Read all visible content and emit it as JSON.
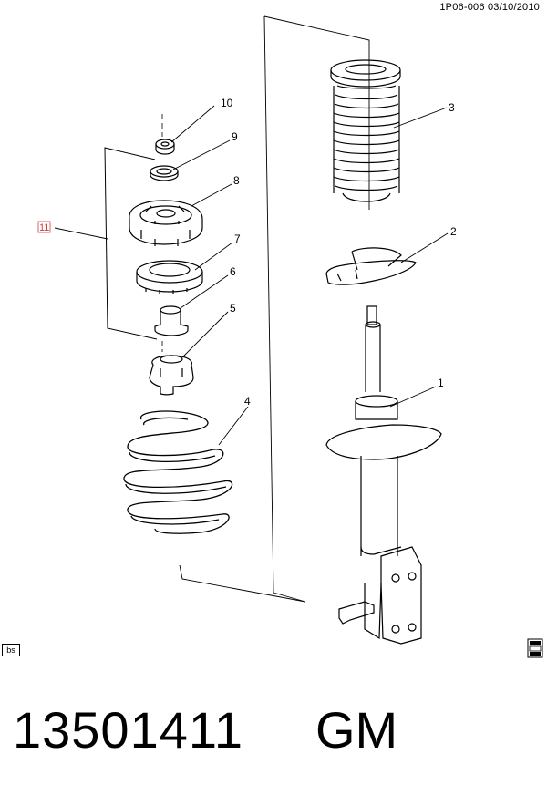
{
  "header": {
    "ref": "1P06-006",
    "date": "03/10/2010"
  },
  "callouts": [
    "1",
    "2",
    "3",
    "4",
    "5",
    "6",
    "7",
    "8",
    "9",
    "10",
    "11"
  ],
  "corner_tag": "bs",
  "footer": {
    "part_number": "13501411",
    "brand": "GM"
  },
  "colors": {
    "line": "#000000",
    "callout_11": "#d04040"
  },
  "icons": [
    "gm-spo-icon"
  ]
}
